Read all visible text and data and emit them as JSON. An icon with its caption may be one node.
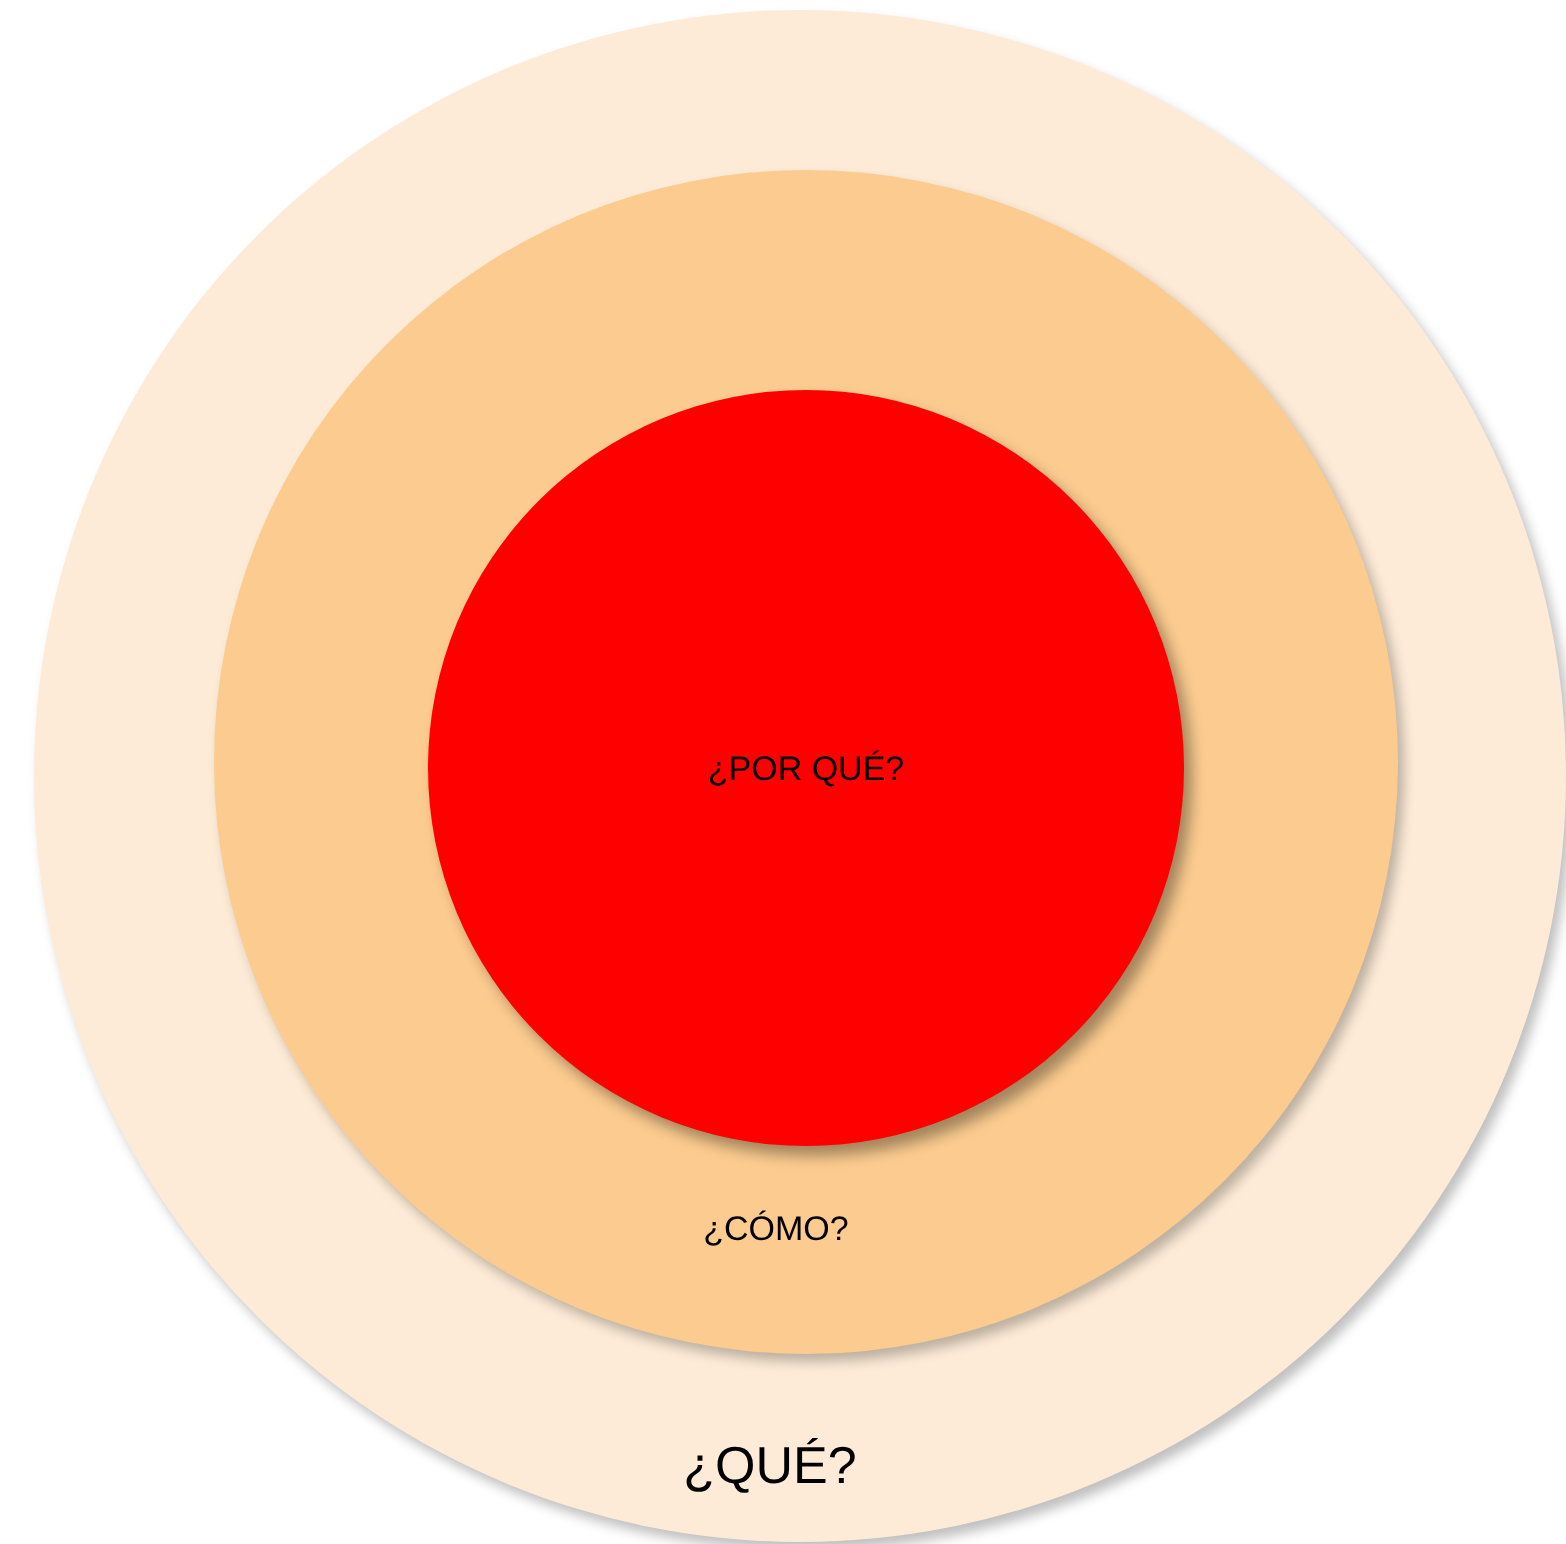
{
  "diagram": {
    "nodes": [
      {
        "text": [
          "¿QUÉ?"
        ]
      },
      {
        "text": [
          "¿CÓMO?"
        ],
        "in": 0
      },
      {
        "text": [
          "¿POR QUÉ?"
        ],
        "in": 1
      }
    ]
  }
}
